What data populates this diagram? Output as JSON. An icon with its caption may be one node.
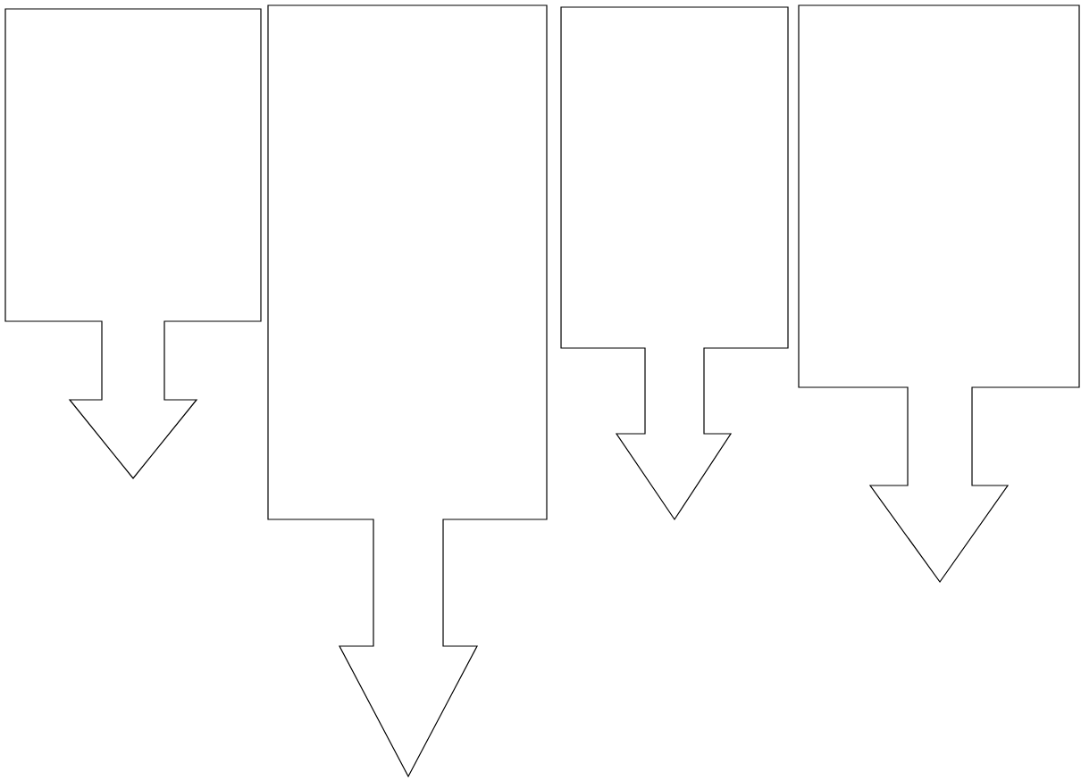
{
  "diagram": {
    "nodes": [
      {
        "text": [],
        "shape": "callout"
      },
      {
        "text": [],
        "shape": "callout"
      },
      {
        "text": [],
        "shape": "callout"
      },
      {
        "text": [],
        "shape": "callout"
      }
    ]
  }
}
